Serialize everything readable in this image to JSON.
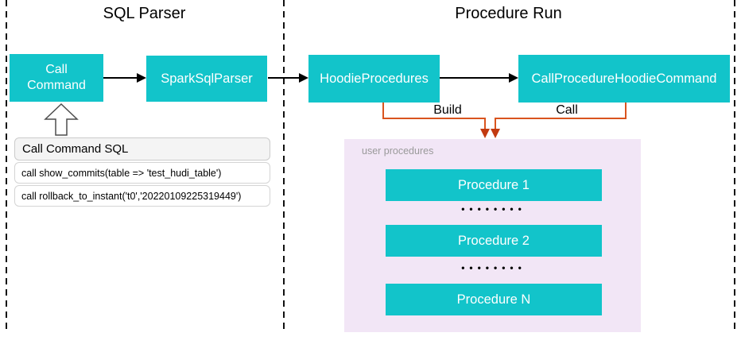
{
  "regions": {
    "sql_parser": {
      "title": "SQL Parser"
    },
    "procedure_run": {
      "title": "Procedure Run"
    }
  },
  "nodes": {
    "call_command": "Call Command",
    "spark_sql_parser": "SparkSqlParser",
    "hoodie_procedures": "HoodieProcedures",
    "call_procedure_hoodie_command": "CallProcedureHoodieCommand"
  },
  "sql_panel": {
    "header": "Call Command SQL",
    "statements": [
      "call show_commits(table => 'test_hudi_table')",
      "call rollback_to_instant('t0','20220109225319449')"
    ]
  },
  "edges": {
    "build_label": "Build",
    "call_label": "Call"
  },
  "user_procedures": {
    "label": "user procedures",
    "items": [
      "Procedure 1",
      "Procedure 2",
      "Procedure N"
    ],
    "ellipsis": "••••••••"
  },
  "colors": {
    "teal": "#12C4CA",
    "pink": "#F2E6F6",
    "orange": "#D9541E",
    "orange-head": "#C23A10",
    "muted": "#9A9A9A"
  }
}
